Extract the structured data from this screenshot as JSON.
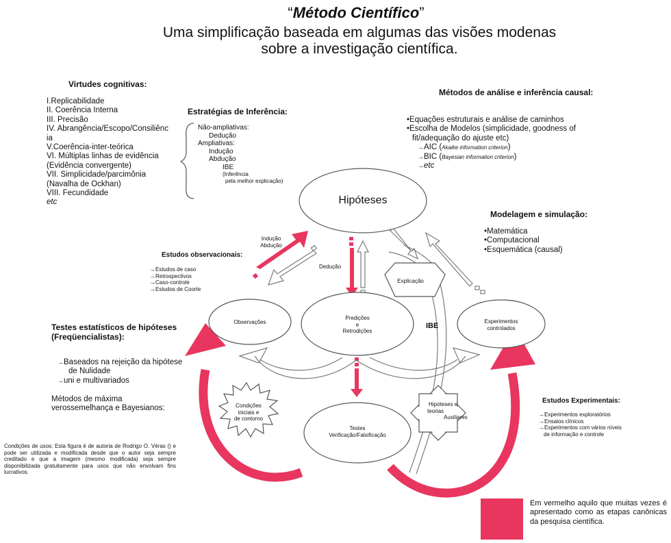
{
  "title": {
    "quote_open": "“",
    "main": "Método Científico",
    "quote_close": "”",
    "subtitle_line1": "Uma simplificação baseada em algumas das visões modenas",
    "subtitle_line2": "sobre a investigação científica."
  },
  "virtudes": {
    "heading": "Virtudes cognitivas:",
    "items": [
      "I.Replicabilidade",
      "II. Coerência Interna",
      "III. Precisão",
      "IV. Abrangência/Escopo/Consiliênc",
      "ia",
      "V.Coerência-inter-teórica",
      "VI. Múltiplas linhas de evidência",
      "(Evidência convergente)",
      "VII. Simplicidade/parcimônia",
      "(Navalha de Ockhan)",
      "VIII. Fecundidade",
      "etc"
    ]
  },
  "estrategias": {
    "heading": "Estratégias de Inferência:",
    "nao_ampliativas": "Não-ampliativas:",
    "deducao": "Dedução",
    "ampliativas": "Ampliativas:",
    "inducao": "Indução",
    "abducao": "Abdução",
    "ibe": "IBE",
    "ibe_note1": "(Inferência",
    "ibe_note2": "pela melhor explicação)"
  },
  "metodos_causal": {
    "heading": "Métodos de análise e inferência causal:",
    "line1": "Equações estruturais e análise de caminhos",
    "line2": "Escolha de Modelos (simplicidade, goodness of",
    "line3": "fit/adequação do ajuste etc)",
    "aic": "AIC (",
    "aic_note": "Akaike information criterion",
    "bic": "BIC (",
    "bic_note": "Bayesian information criterion",
    "close": ")",
    "etc": "etc"
  },
  "modelagem": {
    "heading": "Modelagem e simulação:",
    "items": [
      "Matemática",
      "Computacional",
      "Esquemática (causal)"
    ]
  },
  "estudos_obs": {
    "heading": "Estudos observacionais:",
    "items": [
      "Estudos de caso",
      "Retrospectivos",
      "Caso-controle",
      "Estudos de Coorte"
    ]
  },
  "testes_estat": {
    "heading_line1": "Testes estatísticos de hipóteses",
    "heading_line2": "(Freqüencialistas):",
    "item1_line1": "Baseados na rejeição da hipótese",
    "item1_line2": "de Nulidade",
    "item2": "uni e multivariados",
    "maxima_line1": "Métodos de máxima",
    "maxima_line2": "verossemelhança e Bayesianos:"
  },
  "estudos_exp": {
    "heading": "Estudos Experimentais:",
    "items": [
      "Experimentos exploratórios",
      "Ensaios clínicos",
      "Experimentos com vários níveis"
    ],
    "item3_cont": "de informação e controle"
  },
  "condicoes_uso": "Condições de usos: Esta figura é de autoria de Rodrigo O. Véras () e pode ser utilizada e modificada desde que o autor seja sempre creditado e que a imagem (mesmo modificada) seja sempre disponibilizada gratuitamente para usos que não envolvam fins lucrativos.",
  "nodes": {
    "hipoteses": "Hipóteses",
    "observacoes": "Observações",
    "predicoes1": "Predições",
    "predicoes2": "e",
    "predicoes3": "Retrodições",
    "experimentos1": "Experimentos",
    "experimentos2": "controlados",
    "testes1": "Testes",
    "testes2": "Verificação/Falsificação",
    "explicacao": "Explicação",
    "condicoes1": "Condições",
    "condicoes2": "iniciais e",
    "condicoes3": "de contorno",
    "auxiliares1": "Hipóteses e",
    "auxiliares2": "teorias",
    "auxiliares3": "Auxiliares"
  },
  "arrow_labels": {
    "inducao": "Indução",
    "abducao": "Abdução",
    "deducao": "Dedução",
    "ibe": "IBE"
  },
  "legend": "Em vermelho aquilo que muitas vezes é apresentado como as etapas canônicas da pesquisa científica.",
  "colors": {
    "red": "#e8365f",
    "outline": "#7a7a7a",
    "text": "#111111"
  }
}
